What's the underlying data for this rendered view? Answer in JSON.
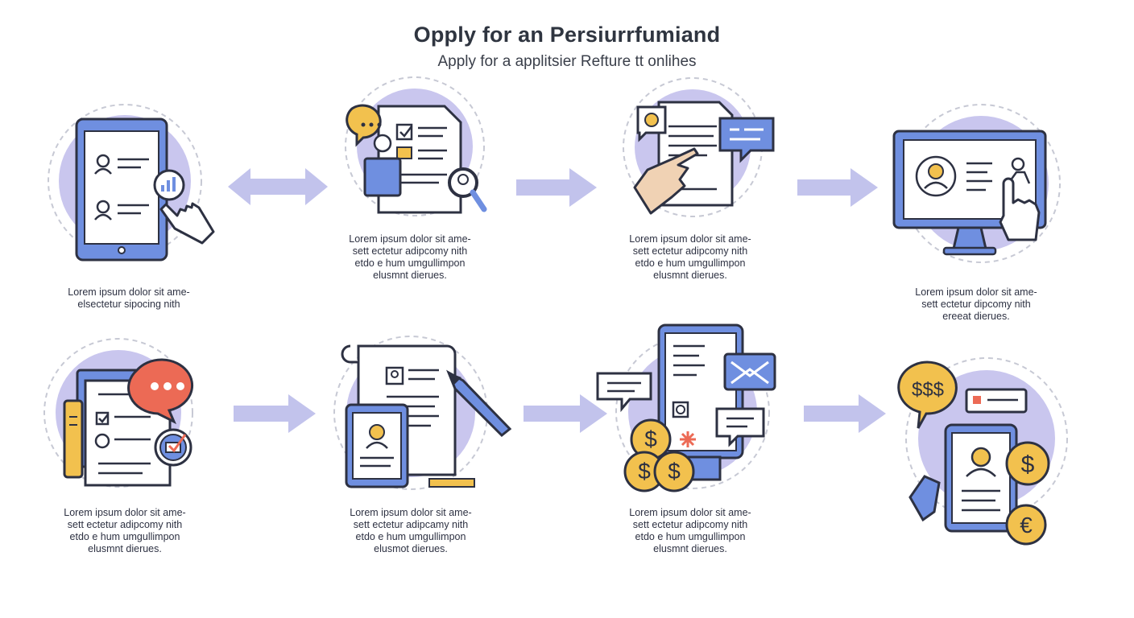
{
  "header": {
    "title": "Opply for an Persiurrfumiand",
    "subtitle": "Apply for a applitsier Refture tt onlihes"
  },
  "steps": [
    {
      "icon": "tablet-form-touch-icon",
      "caption": [
        "Lorem ipsum dolor sit ame-",
        "elsectetur sipocing nith"
      ]
    },
    {
      "icon": "document-chat-search-icon",
      "caption": [
        "Lorem ipsum dolor sit ame-",
        "sett ectetur adipcomy nith",
        "etdo e hum umgullimpon",
        "elusmnt dierues."
      ]
    },
    {
      "icon": "document-pointing-hand-icon",
      "caption": [
        "Lorem ipsum dolor sit ame-",
        "sett ectetur adipcomy nith",
        "etdo e hum umgullimpon",
        "elusmnt dierues."
      ]
    },
    {
      "icon": "monitor-profile-touch-icon",
      "caption": [
        "Lorem ipsum dolor sit ame-",
        "sett ectetur dipcomy nith",
        "ereeat dierues."
      ]
    },
    {
      "icon": "checklist-chat-icon",
      "caption": [
        "Lorem ipsum dolor sit ame-",
        "sett ectetur adipcomy nith",
        "etdo e hum umgullimpon",
        "elusmnt dierues."
      ]
    },
    {
      "icon": "document-tablet-pen-icon",
      "caption": [
        "Lorem ipsum dolor sit ame-",
        "sett ectetur adipcamy nith",
        "etdo e hum umgullimpon",
        "elusmot dierues."
      ]
    },
    {
      "icon": "tablet-coins-mail-icon",
      "caption": [
        "Lorem ipsum dolor sit ame-",
        "sett ectetur adipcomy nith",
        "etdo e hum umgullimpon",
        "elusmnt dierues."
      ]
    },
    {
      "icon": "profile-dollar-euro-icon",
      "caption": []
    }
  ],
  "bubble_text": {
    "dollars": "$",
    "euro": "€",
    "sss": "$$$"
  },
  "colors": {
    "circle": "#c9c6ee",
    "dash": "#c7c9d4",
    "device": "#6f8fe0",
    "outline": "#2d3142",
    "accent": "#f2c14e",
    "chat_red": "#ec6a55",
    "arrow": "#c2c3ec"
  }
}
